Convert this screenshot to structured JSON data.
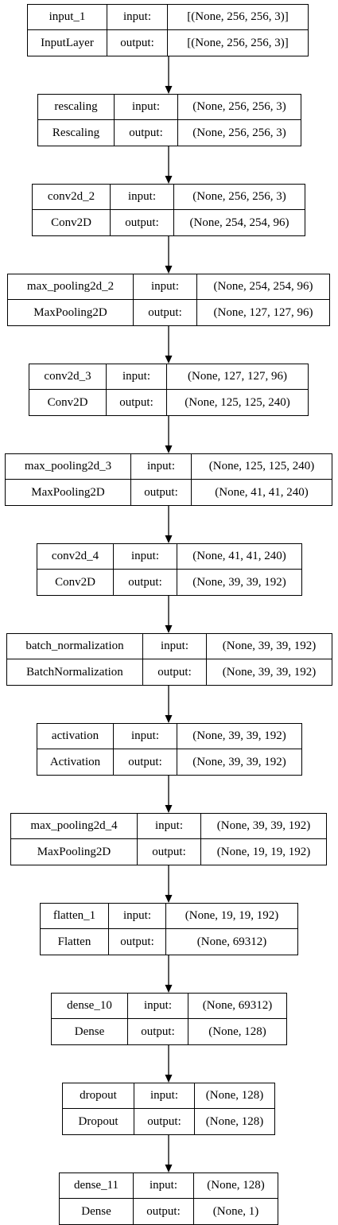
{
  "colors": {
    "stroke": "#000000",
    "background": "#ffffff",
    "text": "#000000"
  },
  "port_labels": {
    "input": "input:",
    "output": "output:"
  },
  "layers": [
    {
      "name": "input_1",
      "type": "InputLayer",
      "input_shape": "[(None, 256, 256, 3)]",
      "output_shape": "[(None, 256, 256, 3)]"
    },
    {
      "name": "rescaling",
      "type": "Rescaling",
      "input_shape": "(None, 256, 256, 3)",
      "output_shape": "(None, 256, 256, 3)"
    },
    {
      "name": "conv2d_2",
      "type": "Conv2D",
      "input_shape": "(None, 256, 256, 3)",
      "output_shape": "(None, 254, 254, 96)"
    },
    {
      "name": "max_pooling2d_2",
      "type": "MaxPooling2D",
      "input_shape": "(None, 254, 254, 96)",
      "output_shape": "(None, 127, 127, 96)"
    },
    {
      "name": "conv2d_3",
      "type": "Conv2D",
      "input_shape": "(None, 127, 127, 96)",
      "output_shape": "(None, 125, 125, 240)"
    },
    {
      "name": "max_pooling2d_3",
      "type": "MaxPooling2D",
      "input_shape": "(None, 125, 125, 240)",
      "output_shape": "(None, 41, 41, 240)"
    },
    {
      "name": "conv2d_4",
      "type": "Conv2D",
      "input_shape": "(None, 41, 41, 240)",
      "output_shape": "(None, 39, 39, 192)"
    },
    {
      "name": "batch_normalization",
      "type": "BatchNormalization",
      "input_shape": "(None, 39, 39, 192)",
      "output_shape": "(None, 39, 39, 192)"
    },
    {
      "name": "activation",
      "type": "Activation",
      "input_shape": "(None, 39, 39, 192)",
      "output_shape": "(None, 39, 39, 192)"
    },
    {
      "name": "max_pooling2d_4",
      "type": "MaxPooling2D",
      "input_shape": "(None, 39, 39, 192)",
      "output_shape": "(None, 19, 19, 192)"
    },
    {
      "name": "flatten_1",
      "type": "Flatten",
      "input_shape": "(None, 19, 19, 192)",
      "output_shape": "(None, 69312)"
    },
    {
      "name": "dense_10",
      "type": "Dense",
      "input_shape": "(None, 69312)",
      "output_shape": "(None, 128)"
    },
    {
      "name": "dropout",
      "type": "Dropout",
      "input_shape": "(None, 128)",
      "output_shape": "(None, 128)"
    },
    {
      "name": "dense_11",
      "type": "Dense",
      "input_shape": "(None, 128)",
      "output_shape": "(None, 1)"
    }
  ]
}
